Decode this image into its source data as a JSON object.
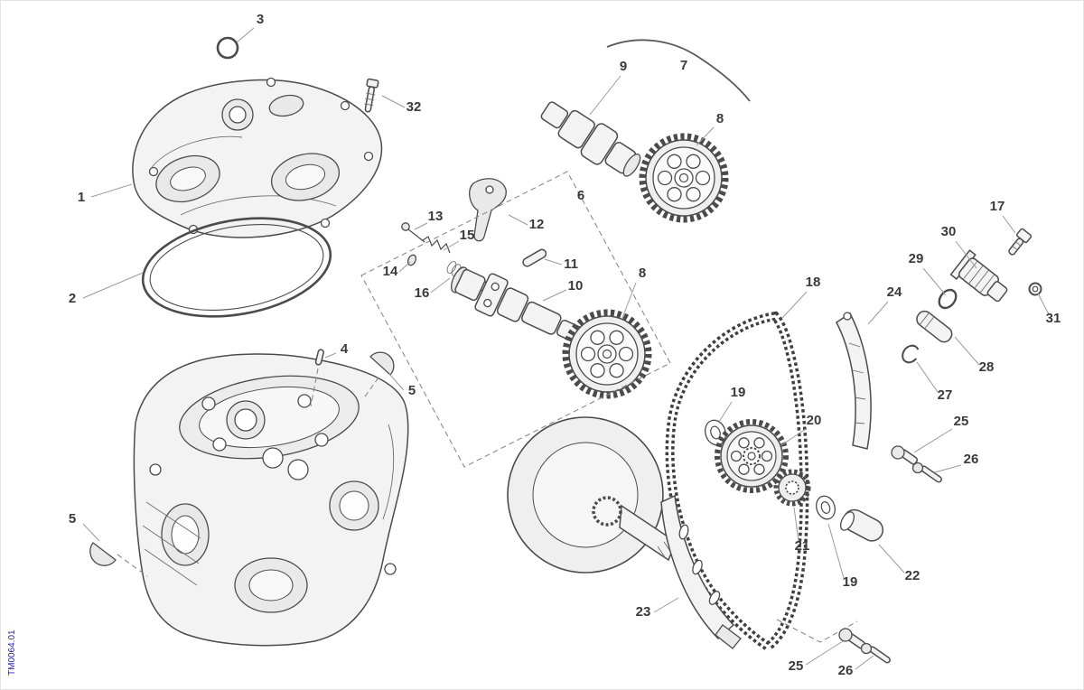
{
  "page": {
    "code": "TM0064.01",
    "background": "#ffffff",
    "line_color": "#4b4b4b",
    "label_color": "#3a3a3a",
    "code_color": "#2323cc"
  },
  "callouts": [
    {
      "label": "1"
    },
    {
      "label": "2"
    },
    {
      "label": "3"
    },
    {
      "label": "4"
    },
    {
      "label": "5"
    },
    {
      "label": "5"
    },
    {
      "label": "6"
    },
    {
      "label": "7"
    },
    {
      "label": "8"
    },
    {
      "label": "8"
    },
    {
      "label": "9"
    },
    {
      "label": "10"
    },
    {
      "label": "11"
    },
    {
      "label": "12"
    },
    {
      "label": "13"
    },
    {
      "label": "14"
    },
    {
      "label": "15"
    },
    {
      "label": "16"
    },
    {
      "label": "17"
    },
    {
      "label": "18"
    },
    {
      "label": "19"
    },
    {
      "label": "19"
    },
    {
      "label": "20"
    },
    {
      "label": "21"
    },
    {
      "label": "22"
    },
    {
      "label": "23"
    },
    {
      "label": "24"
    },
    {
      "label": "25"
    },
    {
      "label": "25"
    },
    {
      "label": "26"
    },
    {
      "label": "26"
    },
    {
      "label": "27"
    },
    {
      "label": "28"
    },
    {
      "label": "29"
    },
    {
      "label": "30"
    },
    {
      "label": "31"
    },
    {
      "label": "32"
    }
  ],
  "parts": {
    "1": "valve-cover",
    "2": "valve-cover-gasket",
    "3": "o-ring",
    "4": "dowel-pin",
    "5": "half-moon-seal",
    "6": "camshaft-group-outline",
    "7": "camshaft-sprocket-group",
    "8": "camshaft-sprocket",
    "9": "camshaft-upper",
    "10": "camshaft-lower",
    "11": "pin",
    "12": "decompressor-lever",
    "13": "screw-small",
    "14": "spring-seat",
    "15": "spring",
    "16": "plunger-spring",
    "17": "tensioner-cap-screw",
    "18": "timing-chain",
    "19": "washer",
    "20": "timing-chain-sprocket",
    "21": "crankshaft-pinion",
    "22": "spacer-bushing",
    "23": "chain-guide",
    "24": "chain-tensioner-blade",
    "25": "flange-bolt",
    "26": "screw",
    "27": "circlip",
    "28": "tensioner-plunger",
    "29": "o-ring-seal",
    "30": "tensioner-body",
    "31": "washer-small",
    "32": "cover-screw"
  }
}
